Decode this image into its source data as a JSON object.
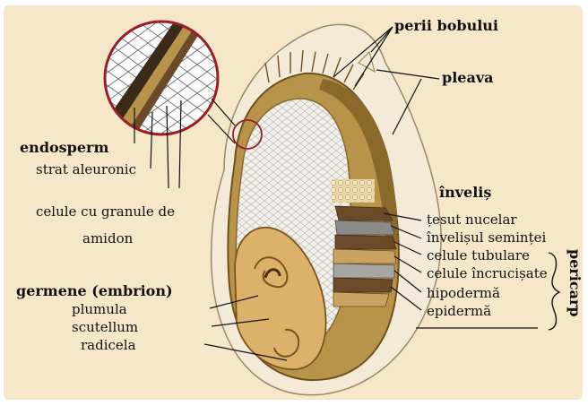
{
  "colors": {
    "background_panel": "#f6e7c9",
    "husk": "#f4ead8",
    "endosperm": "#f1efea",
    "bran_outer": "#8a6a2a",
    "bran_fill": "#b8944a",
    "germ": "#dcb16a",
    "germ_dark": "#7a5320",
    "magnifier_ring": "#9a1e2a"
  },
  "labels": {
    "perii_bobului": "perii bobului",
    "pleava": "pleava",
    "endosperm": "endosperm",
    "strat_aleuronic": "strat aleuronic",
    "celule_granule_1": "celule cu granule de",
    "celule_granule_2": "amidon",
    "invelis": "înveliș",
    "tesut_nucelar": "țesut nucelar",
    "invelisul_semintei": "învelișul seminței",
    "celule_tubulare": "celule tubulare",
    "celule_incrucisate": "celule încrucișate",
    "hipoderma": "hipodermă",
    "epiderma": "epidermă",
    "pericarp": "pericarp",
    "germene": "germene (embrion)",
    "plumula": "plumula",
    "scutellum": "scutellum",
    "radicela": "radicela"
  }
}
